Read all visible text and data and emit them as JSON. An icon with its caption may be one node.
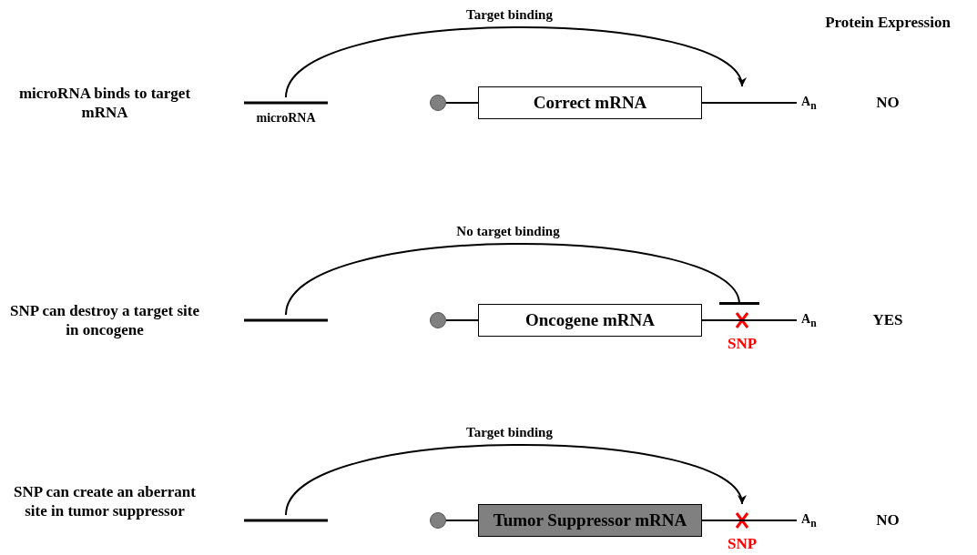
{
  "diagram": {
    "nodes": [
      {
        "text": [],
        "shape": "bar",
        "beside": [
          "microRNA"
        ]
      },
      {
        "text": [],
        "shape": "circle"
      },
      {
        "text": [
          "Correct mRNA"
        ]
      },
      {
        "text": [],
        "shape": "bar"
      },
      {
        "text": [],
        "shape": "bar"
      },
      {
        "text": [],
        "shape": "circle"
      },
      {
        "text": [
          "Oncogene mRNA"
        ]
      },
      {
        "text": [],
        "shape": "bar"
      },
      {
        "text": [],
        "shape": "bar"
      },
      {
        "text": [],
        "shape": "circle"
      },
      {
        "text": [
          "Tumor Suppressor mRNA"
        ]
      },
      {
        "text": [],
        "shape": "bar"
      }
    ],
    "edges": [
      {
        "from": 0,
        "to": 3,
        "arrow": "to",
        "label": "Target binding"
      },
      {
        "from": 1,
        "to": 2,
        "arrow": "none"
      },
      {
        "from": 4,
        "to": 7,
        "arrow": "other",
        "label": "No target binding"
      },
      {
        "from": 5,
        "to": 6,
        "arrow": "none"
      },
      {
        "from": 8,
        "to": 11,
        "arrow": "to",
        "label": "Target binding"
      },
      {
        "from": 9,
        "to": 10,
        "arrow": "none"
      }
    ],
    "labels": [
      "Protein Expression",
      "microRNA binds to target mRNA",
      "A$_{n}$",
      "NO",
      "SNP can destroy a target site in oncogene",
      "SNP",
      "A$_{n}$",
      "YES",
      "SNP can create an aberrant site in tumor suppressor",
      "SNP",
      "A$_{n}$",
      "NO"
    ]
  }
}
